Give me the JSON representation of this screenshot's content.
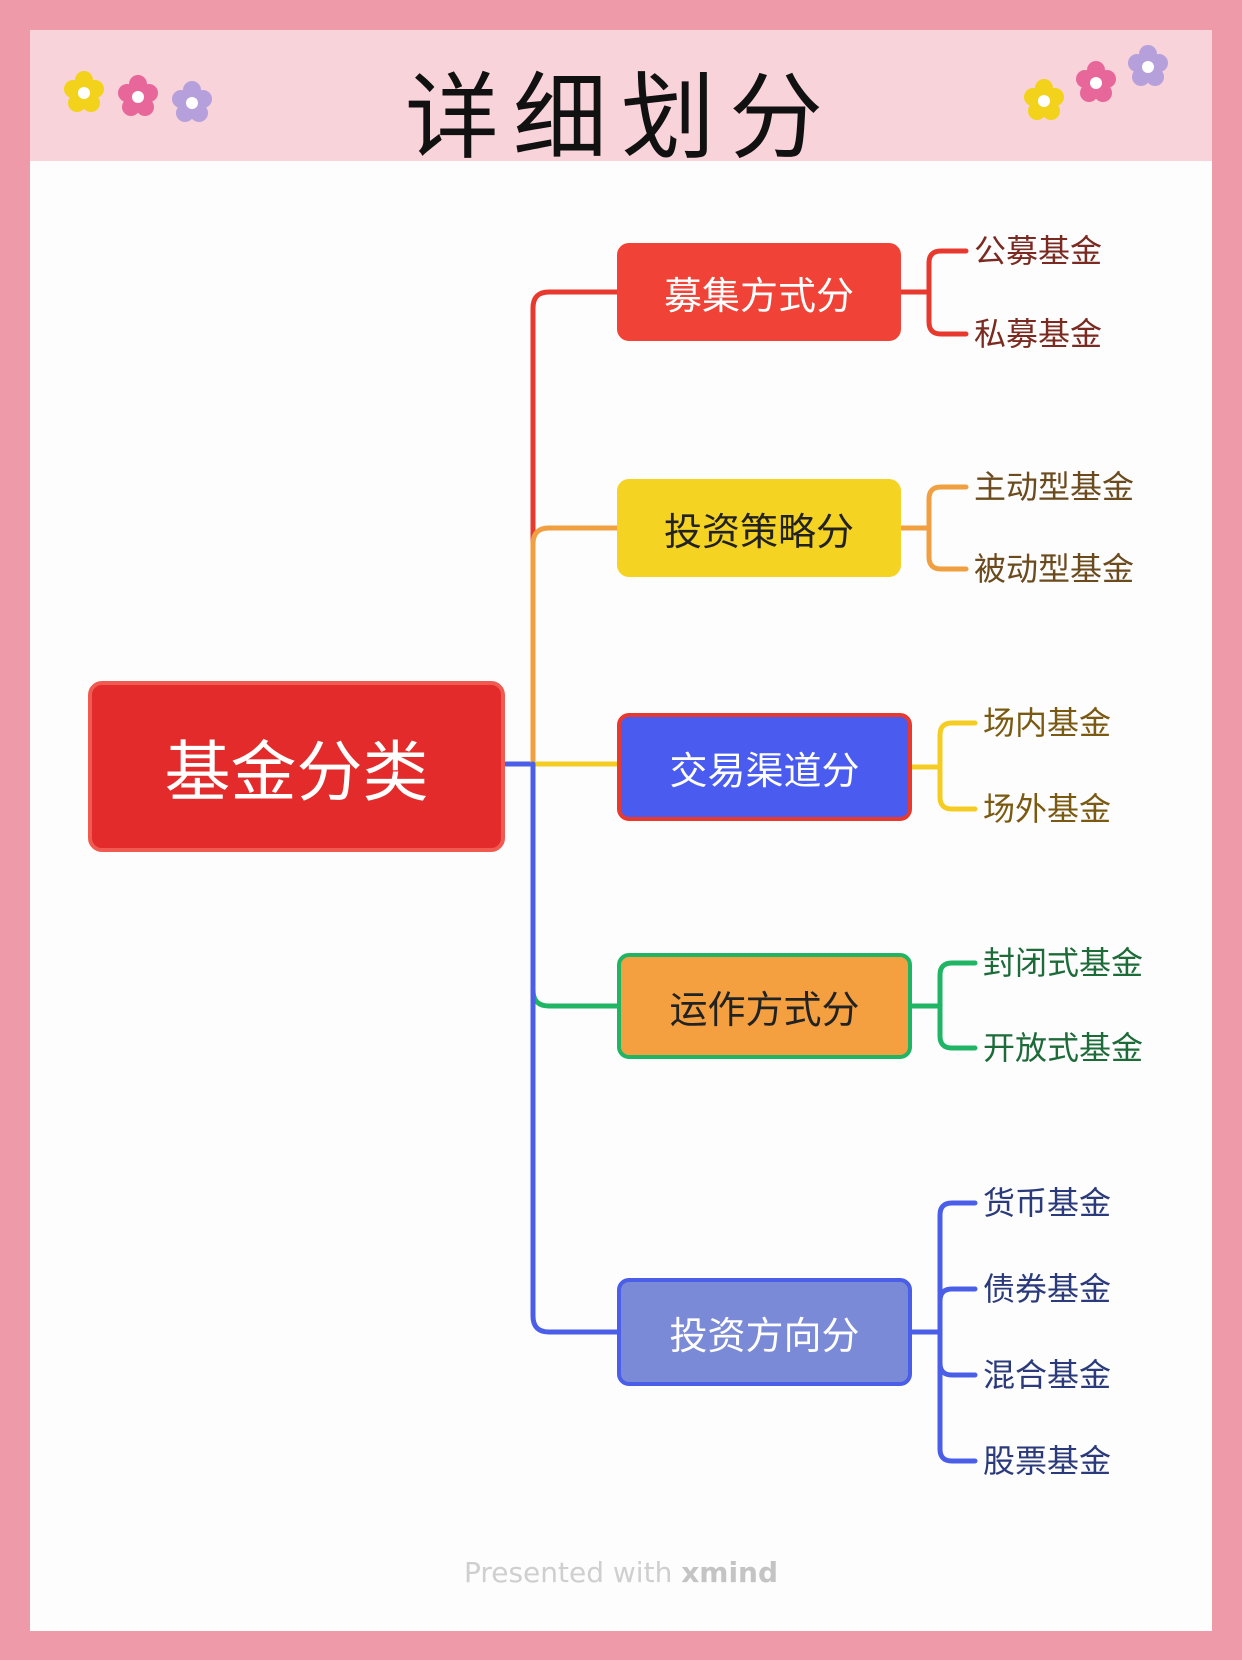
{
  "title": "详细划分",
  "root": {
    "label": "基金分类",
    "color": "#e22b2a"
  },
  "branches": [
    {
      "label": "募集方式分",
      "color": "#f04236",
      "line": "#e8392f",
      "text_color": "#ffffff",
      "leaf_color": "#7a2a20",
      "leaves": [
        "公募基金",
        "私募基金"
      ]
    },
    {
      "label": "投资策略分",
      "color": "#f5d322",
      "line": "#f0a040",
      "text_color": "#222222",
      "leaf_color": "#6b4a1e",
      "leaves": [
        "主动型基金",
        "被动型基金"
      ]
    },
    {
      "label": "交易渠道分",
      "color": "#4a5cf0",
      "line": "#f5cc22",
      "text_color": "#ffffff",
      "leaf_color": "#7a5a12",
      "leaves": [
        "场内基金",
        "场外基金"
      ]
    },
    {
      "label": "运作方式分",
      "color": "#f5a040",
      "line": "#1fb565",
      "text_color": "#222222",
      "leaf_color": "#1e6b3a",
      "leaves": [
        "封闭式基金",
        "开放式基金"
      ]
    },
    {
      "label": "投资方向分",
      "color": "#7b8ad6",
      "line": "#4a5ee8",
      "text_color": "#ffffff",
      "leaf_color": "#2a3a7a",
      "leaves": [
        "货币基金",
        "债券基金",
        "混合基金",
        "股票基金"
      ]
    }
  ],
  "footer": {
    "prefix": "Presented with ",
    "brand": "xmind"
  }
}
